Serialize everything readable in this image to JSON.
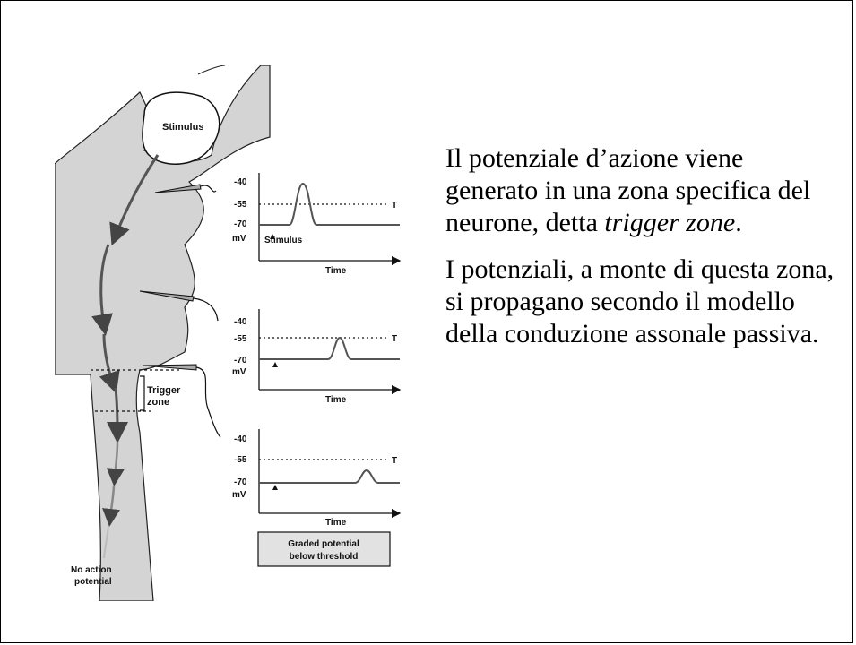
{
  "figure": {
    "stimulus_label": "Stimulus",
    "trigger_zone_label_1": "Trigger",
    "trigger_zone_label_2": "zone",
    "no_ap_label_1": "No action",
    "no_ap_label_2": "potential",
    "graphs": [
      {
        "y_ticks": [
          "-40",
          "-55",
          "-70"
        ],
        "unit": "mV",
        "threshold_label": "T",
        "x_label": "Time",
        "marker_label": "Stimulus"
      },
      {
        "y_ticks": [
          "-40",
          "-55",
          "-70"
        ],
        "unit": "mV",
        "threshold_label": "T",
        "x_label": "Time"
      },
      {
        "y_ticks": [
          "-40",
          "-55",
          "-70"
        ],
        "unit": "mV",
        "threshold_label": "T",
        "x_label": "Time"
      }
    ],
    "caption_line1": "Graded potential",
    "caption_line2": "below threshold",
    "colors": {
      "neuron_fill": "#d4d4d4",
      "arrow": "#555555",
      "line": "#111111"
    }
  },
  "text": {
    "p1_part1": "Il potenziale d’azione viene generato in una zona specifica del neurone, detta",
    "p1_italic": "trigger zone",
    "p1_end": ".",
    "p2": "I potenziali, a monte di questa zona, si propagano secondo il modello della conduzione assonale passiva."
  }
}
